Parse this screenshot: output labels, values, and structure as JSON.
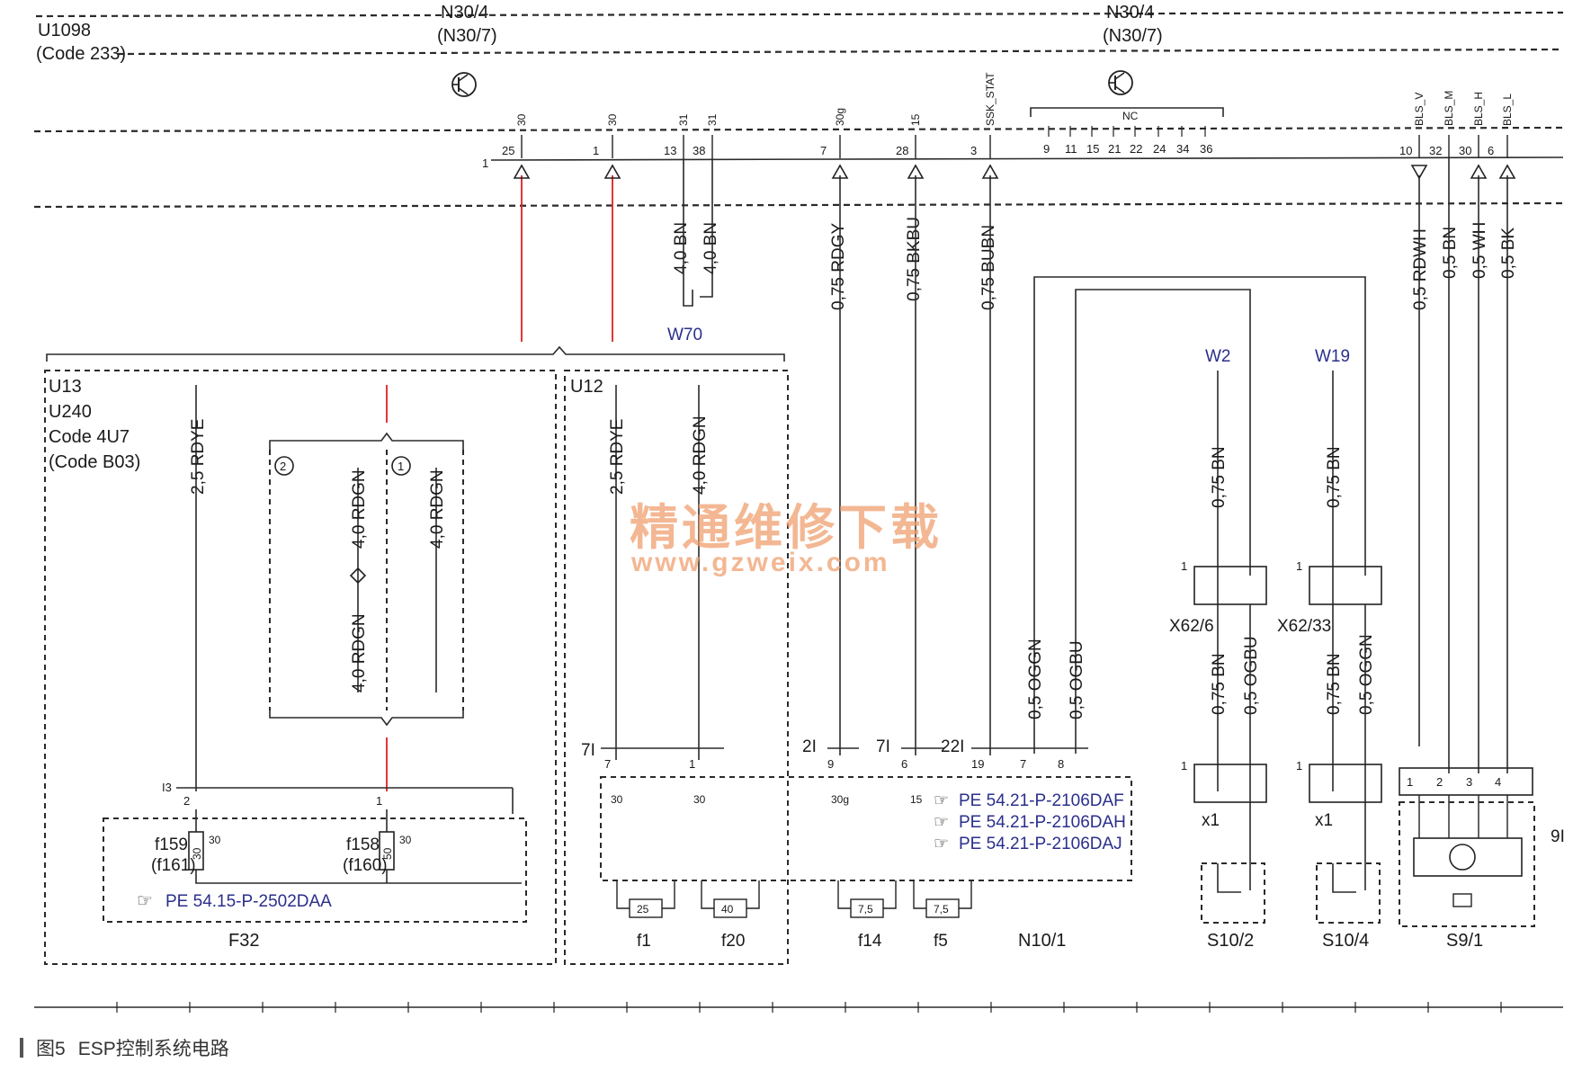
{
  "title_block": {
    "u1098": "U1098",
    "code233": "(Code 233)"
  },
  "top_labels": {
    "n304_a": "N30/4",
    "n307_a": "(N30/7)",
    "n304_b": "N30/4",
    "n307_b": "(N30/7)"
  },
  "connector_pins": {
    "row1_start": "1",
    "pins": [
      {
        "num": "25",
        "sig": "30"
      },
      {
        "num": "1",
        "sig": "30"
      },
      {
        "num": "13",
        "sig": "31"
      },
      {
        "num": "38",
        "sig": "31"
      },
      {
        "num": "7",
        "sig": "30g"
      },
      {
        "num": "28",
        "sig": "15"
      },
      {
        "num": "3",
        "sig": "SSK_STAT"
      },
      {
        "num": "10",
        "sig": "BLS_V"
      },
      {
        "num": "32",
        "sig": "BLS_M"
      },
      {
        "num": "30",
        "sig": "BLS_H"
      },
      {
        "num": "6",
        "sig": "BLS_L"
      }
    ],
    "nc_pins": [
      "9",
      "11",
      "15",
      "21",
      "22",
      "24",
      "34",
      "36"
    ],
    "nc_label": "NC"
  },
  "wires": {
    "w1": "4,0 BN",
    "w2": "4,0 BN",
    "w3": "0,75 RDGY",
    "w4": "0,75 BKBU",
    "w5": "0,75 BUBN",
    "w6": "0,5 RDWH",
    "w7": "0,5 BN",
    "w8": "0,5 WH",
    "w9": "0,5 BK",
    "u13_w": "2,5 RDYE",
    "sw2": "4,0 RDGN",
    "sw2b": "4,0 RDGN",
    "sw1": "4,0 RDGN",
    "u12_w1": "2,5 RDYE",
    "u12_w2": "4,0 RDGN",
    "n10_w1": "0,5 OGGN",
    "n10_w2": "0,5 OGBU",
    "w2_top": "0,75 BN",
    "w2_bot": "0,75 BN",
    "w2_og": "0,5 OGBU",
    "w19_top": "0,75 BN",
    "w19_bot": "0,75 BN",
    "w19_og": "0,5 OGGN"
  },
  "ground": "W70",
  "modules": {
    "u13": [
      "U13",
      "U240",
      "Code 4U7",
      "(Code B03)"
    ],
    "u12": "U12",
    "variant1": "1",
    "variant2": "2"
  },
  "f32": {
    "label": "F32",
    "row": "I3",
    "f159": "f159",
    "f161": "(f161)",
    "f158": "f158",
    "f160": "(f160)",
    "amp1": "30",
    "amp2": "50",
    "amp_sig": "30",
    "amp_sig2": "30",
    "pin2": "2",
    "pin1": "1",
    "ref": "PE 54.15-P-2502DAA"
  },
  "n10": {
    "label": "N10/1",
    "grp1": "7I",
    "grp2": "2I",
    "grp3": "7I",
    "grp4": "22I",
    "pin7": "7",
    "pin1": "1",
    "pin9": "9",
    "pin6": "6",
    "pin19": "19",
    "pin7b": "7",
    "pin8": "8",
    "sig30a": "30",
    "sig30b": "30",
    "sig30g": "30g",
    "sig15": "15",
    "refs": [
      "PE 54.21-P-2106DAF",
      "PE 54.21-P-2106DAH",
      "PE 54.21-P-2106DAJ"
    ],
    "fuses": [
      {
        "name": "f1",
        "amp": "25"
      },
      {
        "name": "f20",
        "amp": "40"
      },
      {
        "name": "f14",
        "amp": "7,5"
      },
      {
        "name": "f5",
        "amp": "7,5"
      }
    ]
  },
  "right": {
    "w2": "W2",
    "w19": "W19",
    "x626": "X62/6",
    "x6233": "X62/33",
    "x1a": "x1",
    "x1b": "x1",
    "s102": "S10/2",
    "s104": "S10/4",
    "s91": "S9/1",
    "pin_one": "1",
    "pin_two": "2",
    "s91_pins": [
      "1",
      "2",
      "3",
      "4"
    ],
    "side": "9I"
  },
  "watermark": {
    "cn": "精通维修下载",
    "url": "www.gzweix.com"
  },
  "caption": {
    "fig": "图5",
    "text": "ESP控制系统电路"
  }
}
